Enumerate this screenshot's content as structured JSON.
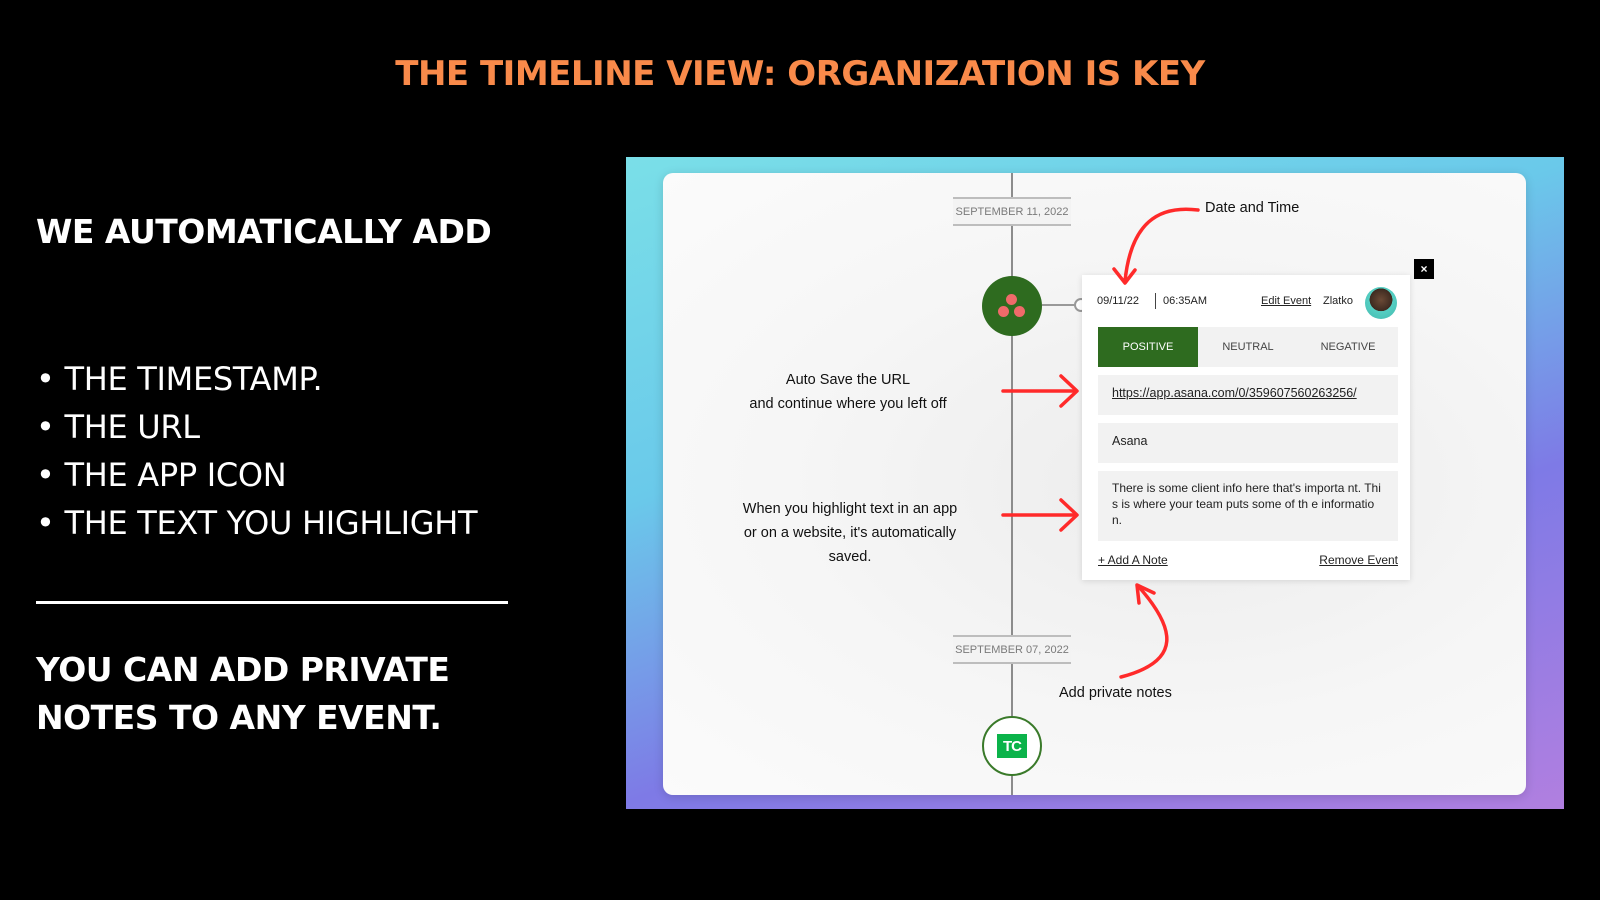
{
  "slide": {
    "title": "THE TIMELINE VIEW: ORGANIZATION IS KEY",
    "left_heading": "WE AUTOMATICALLY ADD",
    "bullets": [
      "• THE TIMESTAMP.",
      "• THE URL",
      "• THE APP ICON",
      "• THE TEXT YOU HIGHLIGHT"
    ],
    "notes_text": "YOU CAN ADD PRIVATE NOTES TO ANY EVENT."
  },
  "colors": {
    "title_accent": "#f98a4a",
    "positive_green": "#2e6b1f",
    "annotation_red": "#ff2a2a"
  },
  "timeline": {
    "date_1": "SEPTEMBER 11, 2022",
    "date_2": "SEPTEMBER 07, 2022",
    "node_1_icon": "asana-icon",
    "node_2_icon": "techcrunch-icon",
    "node_2_logo_text": "TC"
  },
  "event": {
    "date": "09/11/22",
    "time": "06:35AM",
    "edit_label": "Edit Event",
    "user": "Zlatko",
    "close_label": "×",
    "sentiments": [
      "POSITIVE",
      "NEUTRAL",
      "NEGATIVE"
    ],
    "selected_sentiment": "POSITIVE",
    "url": "https://app.asana.com/0/359607560263256/",
    "app_name": "Asana",
    "highlighted_text": "There is some client info here that's importa nt. This is where your team puts some of th e information.",
    "add_note_label": "+ Add A Note",
    "remove_event_label": "Remove Event"
  },
  "annotations": {
    "date_time": "Date and Time",
    "auto_save_line1": "Auto Save the URL",
    "auto_save_line2": "and continue where you left off",
    "highlight_line1": "When you highlight text in an app",
    "highlight_line2": "or on a website, it's automatically",
    "highlight_line3": "saved.",
    "private_notes": "Add private notes"
  }
}
